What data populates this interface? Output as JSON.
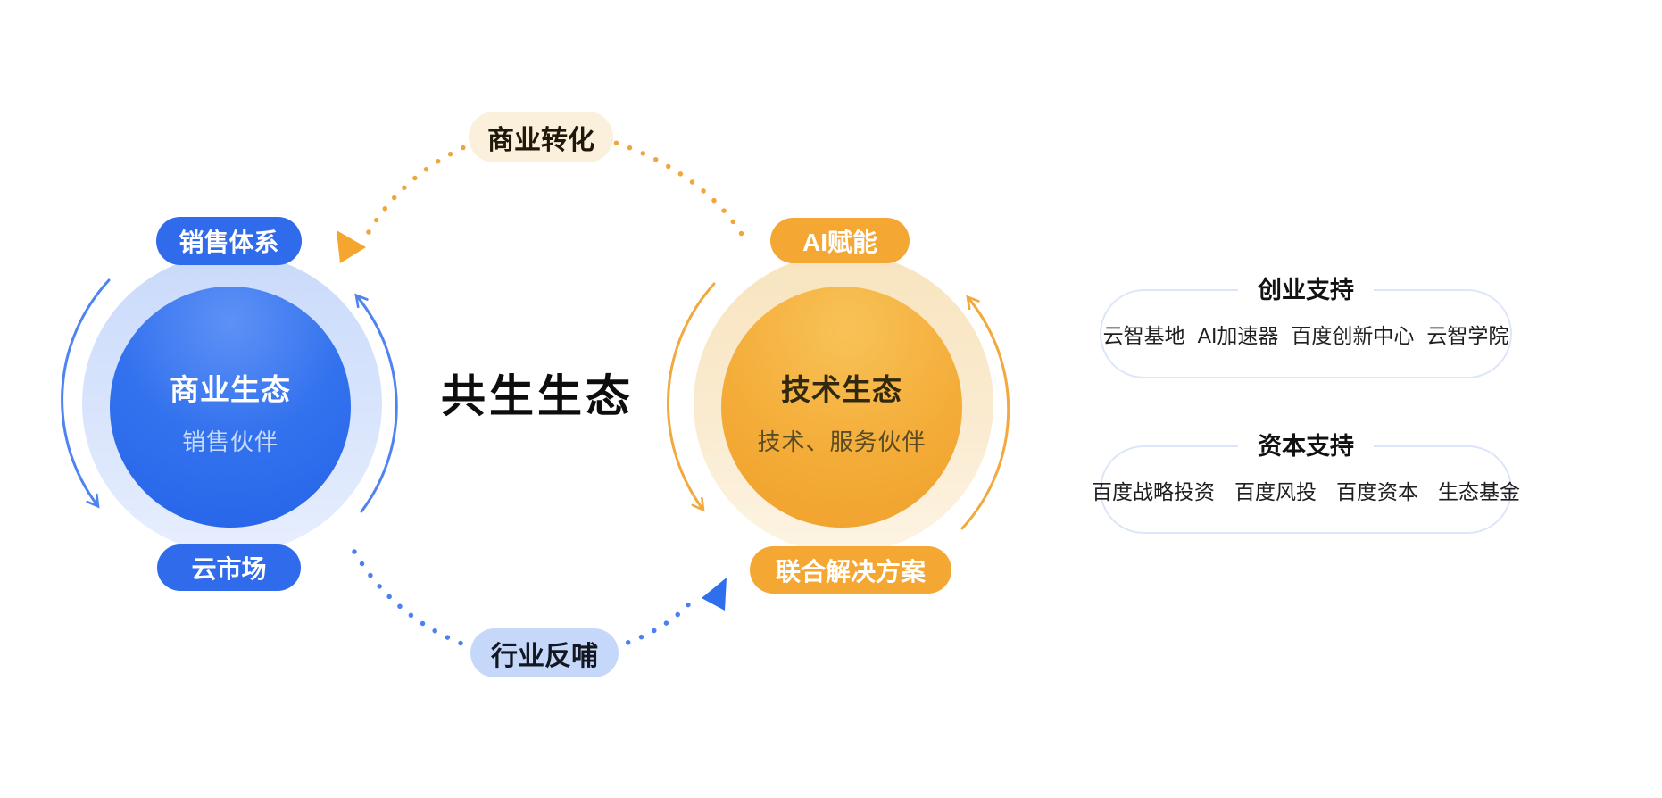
{
  "title": {
    "center": "共生生态"
  },
  "business_circle": {
    "name": "商业生态",
    "subtitle": "销售伙伴",
    "top_tag": "销售体系",
    "bottom_tag": "云市场"
  },
  "tech_circle": {
    "name": "技术生态",
    "subtitle": "技术、服务伙伴",
    "top_tag": "AI赋能",
    "bottom_tag": "联合解决方案"
  },
  "flows": {
    "top": "商业转化",
    "bottom": "行业反哺"
  },
  "support_panels": [
    {
      "title": "创业支持",
      "items": [
        "云智基地",
        "AI加速器",
        "百度创新中心",
        "云智学院"
      ]
    },
    {
      "title": "资本支持",
      "items": [
        "百度战略投资",
        "百度风投",
        "百度资本",
        "生态基金"
      ]
    }
  ],
  "colors": {
    "blue": "#2F6BEB",
    "blue_halo": "#D5E3FC",
    "orange": "#F5A734",
    "orange_halo": "#F9E7C6",
    "cream_pill": "#FAF0DB",
    "light_blue_pill": "#C6D8FA",
    "dot_orange": "#EFA63E",
    "dot_blue": "#4A80F0"
  }
}
